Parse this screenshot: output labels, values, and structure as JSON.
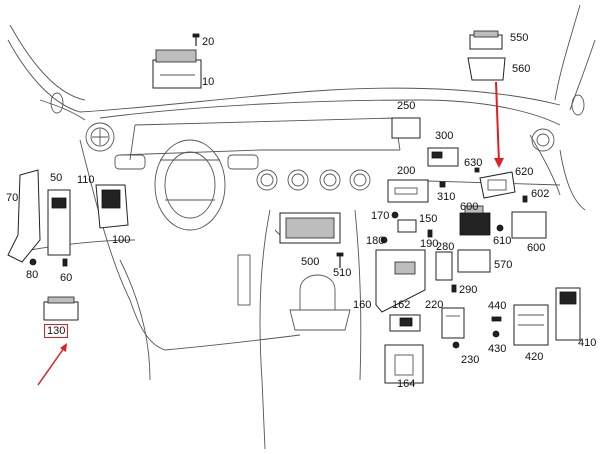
{
  "highlight_color": "#e02020",
  "labels": {
    "l10": "10",
    "l20": "20",
    "l50": "50",
    "l60": "60",
    "l70": "70",
    "l80": "80",
    "l100": "100",
    "l110": "110",
    "l130": "130",
    "l150": "150",
    "l160": "160",
    "l162": "162",
    "l164": "164",
    "l170": "170",
    "l180": "180",
    "l190": "190",
    "l200": "200",
    "l220": "220",
    "l230": "230",
    "l250": "250",
    "l280": "280",
    "l290": "290",
    "l300": "300",
    "l310": "310",
    "l410": "410",
    "l420": "420",
    "l430": "430",
    "l440": "440",
    "l500": "500",
    "l510": "510",
    "l550": "550",
    "l560": "560",
    "l570": "570",
    "l600a": "600",
    "l600b": "600",
    "l602": "602",
    "l610": "610",
    "l620": "620",
    "l630": "630"
  }
}
